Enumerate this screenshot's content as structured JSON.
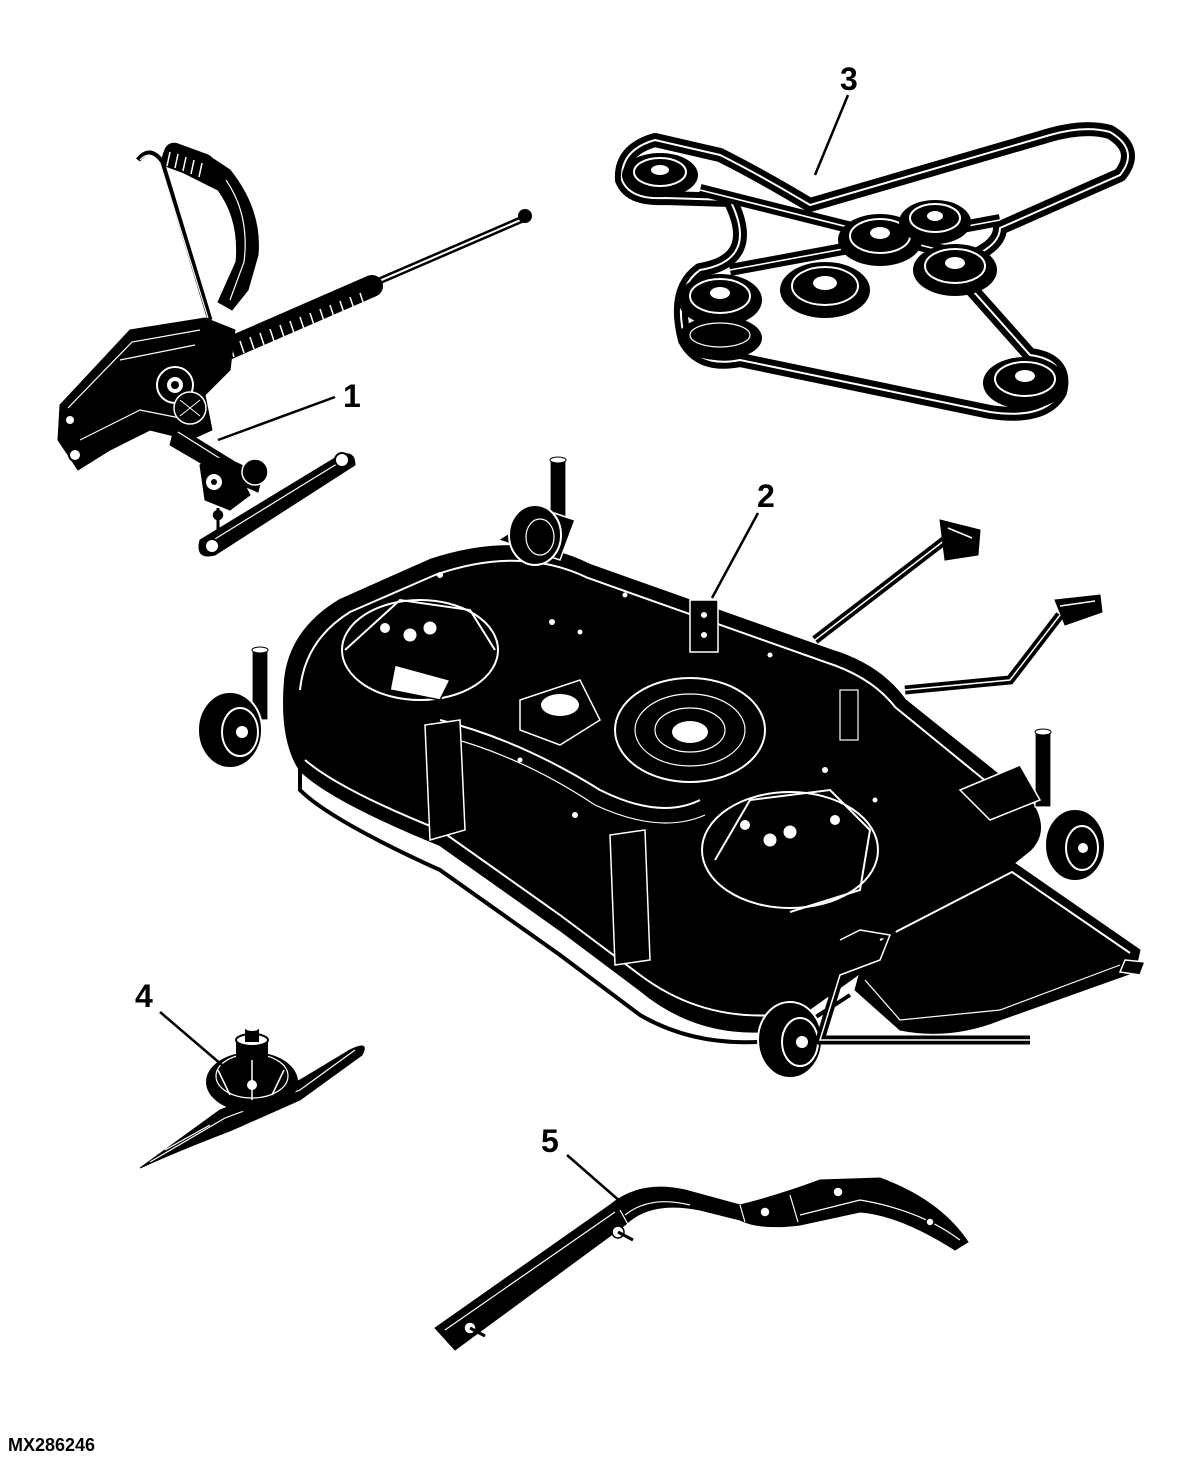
{
  "figure_id": "MX286246",
  "callouts": [
    {
      "number": "1",
      "part": "lift-linkage"
    },
    {
      "number": "2",
      "part": "mower-deck"
    },
    {
      "number": "3",
      "part": "drive-belt"
    },
    {
      "number": "4",
      "part": "blade-spindle"
    },
    {
      "number": "5",
      "part": "belt-shield"
    }
  ],
  "colors": {
    "ink": "#000000",
    "background": "#ffffff",
    "highlight": "#ffffff"
  }
}
